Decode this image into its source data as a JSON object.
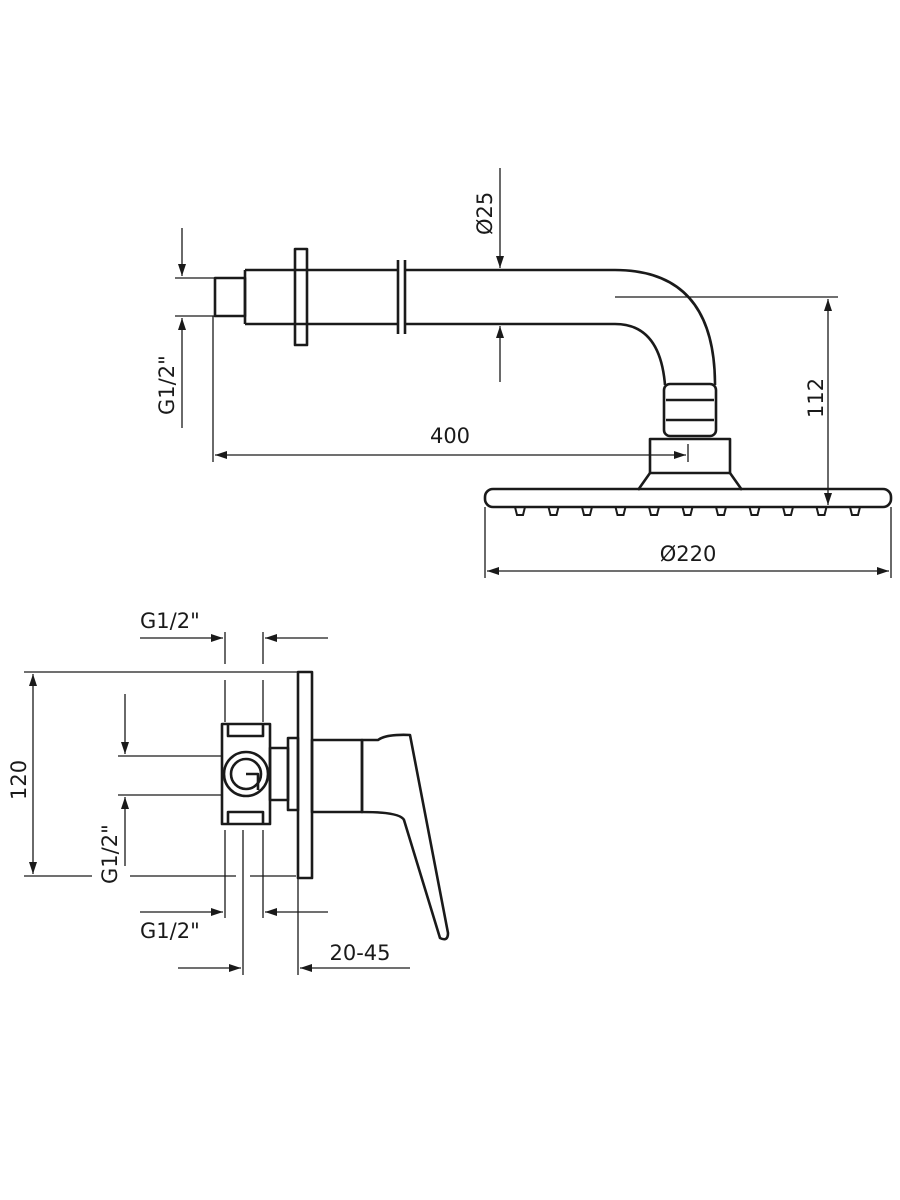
{
  "colors": {
    "line": "#1a1a1a",
    "background": "#ffffff"
  },
  "dimensions": {
    "arm_diameter": "Ø25",
    "inlet_thread_top": "G1/2\"",
    "arm_length": "400",
    "arm_height": "112",
    "head_diameter": "Ø220",
    "mixer_outlet_top": "G1/2\"",
    "mixer_plate_height": "120",
    "mixer_inlet_side": "G1/2\"",
    "mixer_inlet_bottom": "G1/2\"",
    "mixer_depth_range": "20-45"
  }
}
